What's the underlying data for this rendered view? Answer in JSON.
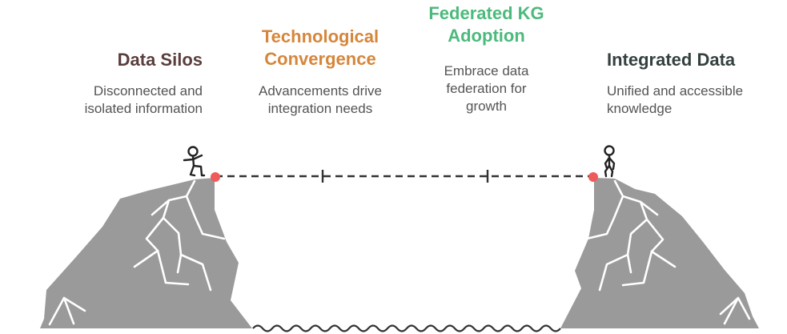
{
  "colors": {
    "rock": "#9a9a9a",
    "rock_lines": "#ffffff",
    "dot": "#ef5b5b",
    "path": "#333333",
    "figure": "#222222",
    "water": "#333333"
  },
  "stages": [
    {
      "title": "Data Silos",
      "description": "Disconnected and\nisolated information",
      "color": "#5a3d3d"
    },
    {
      "title": "Technological\nConvergence",
      "description": "Advancements drive\nintegration needs",
      "color": "#d6863a"
    },
    {
      "title": "Federated KG\nAdoption",
      "description": "Embrace data\nfederation for\ngrowth",
      "color": "#4cba7c"
    },
    {
      "title": "Integrated Data",
      "description": "Unified and accessible\nknowledge",
      "color": "#34403f"
    }
  ],
  "icons": {
    "left_figure": "person-balancing-icon",
    "right_figure": "person-standing-icon"
  }
}
